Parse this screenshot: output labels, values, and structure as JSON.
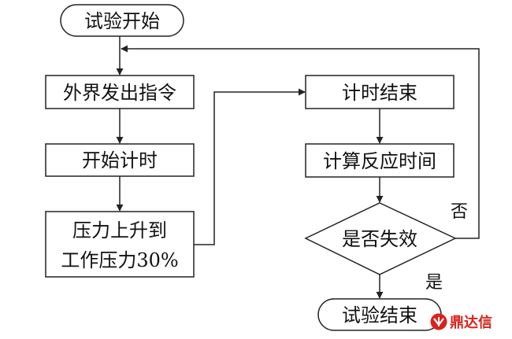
{
  "flowchart": {
    "start_label": "试验开始",
    "step_external_command": "外界发出指令",
    "step_start_timing": "开始计时",
    "step_pressure_line1": "压力上升到",
    "step_pressure_line2": "工作压力30%",
    "step_end_timing": "计时结束",
    "step_calc_time": "计算反应时间",
    "decision_label": "是否失效",
    "edge_no_label": "否",
    "edge_yes_label": "是",
    "end_label": "试验结束"
  },
  "watermark": {
    "brand_text": "鼎达信",
    "brand_color": "#d8231c"
  }
}
